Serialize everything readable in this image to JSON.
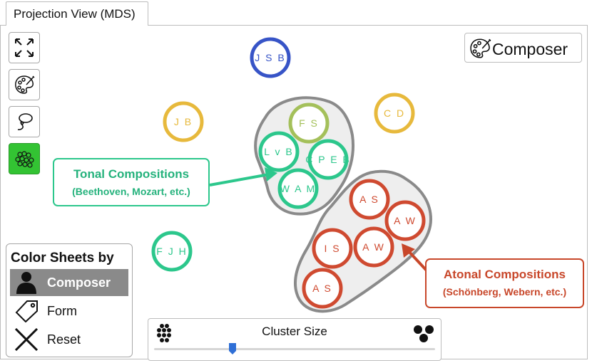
{
  "tab": {
    "label": "Projection View (MDS)"
  },
  "toolbar": {
    "buttons": [
      {
        "name": "fit-view-button",
        "icon": "expand-arrows-icon",
        "active": false
      },
      {
        "name": "palette-button",
        "icon": "palette-icon",
        "active": false
      },
      {
        "name": "lasso-button",
        "icon": "lasso-icon",
        "active": false
      },
      {
        "name": "cluster-button",
        "icon": "clusters-icon",
        "active": true
      }
    ]
  },
  "color_mode": {
    "label": "Composer",
    "icon": "palette-icon"
  },
  "nodes": [
    {
      "label": "J S B",
      "color": "#3754c7",
      "group": "none"
    },
    {
      "label": "J B",
      "color": "#e7b93c",
      "group": "none"
    },
    {
      "label": "C D",
      "color": "#e7b93c",
      "group": "none"
    },
    {
      "label": "F J H",
      "color": "#2cc78c",
      "group": "none"
    },
    {
      "label": "F S",
      "color": "#a4c05a",
      "group": "tonal"
    },
    {
      "label": "L v B",
      "color": "#2cc78c",
      "group": "tonal"
    },
    {
      "label": "C P E B",
      "color": "#2cc78c",
      "group": "tonal"
    },
    {
      "label": "W A M",
      "color": "#2cc78c",
      "group": "tonal"
    },
    {
      "label": "A S",
      "color": "#cf4a30",
      "group": "atonal"
    },
    {
      "label": "A W",
      "color": "#cf4a30",
      "group": "atonal"
    },
    {
      "label": "I S",
      "color": "#cf4a30",
      "group": "atonal"
    },
    {
      "label": "A W",
      "color": "#cf4a30",
      "group": "atonal"
    },
    {
      "label": "A S",
      "color": "#cf4a30",
      "group": "atonal"
    }
  ],
  "callouts": {
    "tonal": {
      "title": "Tonal Compositions",
      "subtitle": "(Beethoven, Mozart, etc.)",
      "color": "#2cc78c"
    },
    "atonal": {
      "title": "Atonal Compositions",
      "subtitle": "(Schönberg, Webern, etc.)",
      "color": "#c8472a"
    }
  },
  "legend": {
    "title": "Color Sheets by",
    "items": [
      {
        "label": "Composer",
        "icon": "person-icon",
        "active": true
      },
      {
        "label": "Form",
        "icon": "tag-icon",
        "active": false
      },
      {
        "label": "Reset",
        "icon": "close-icon",
        "active": false
      }
    ]
  },
  "cluster_size": {
    "label": "Cluster Size",
    "value": 0.28,
    "min_icon": "small-dots-icon",
    "max_icon": "large-dots-icon",
    "accent": "#2f6fd6"
  }
}
